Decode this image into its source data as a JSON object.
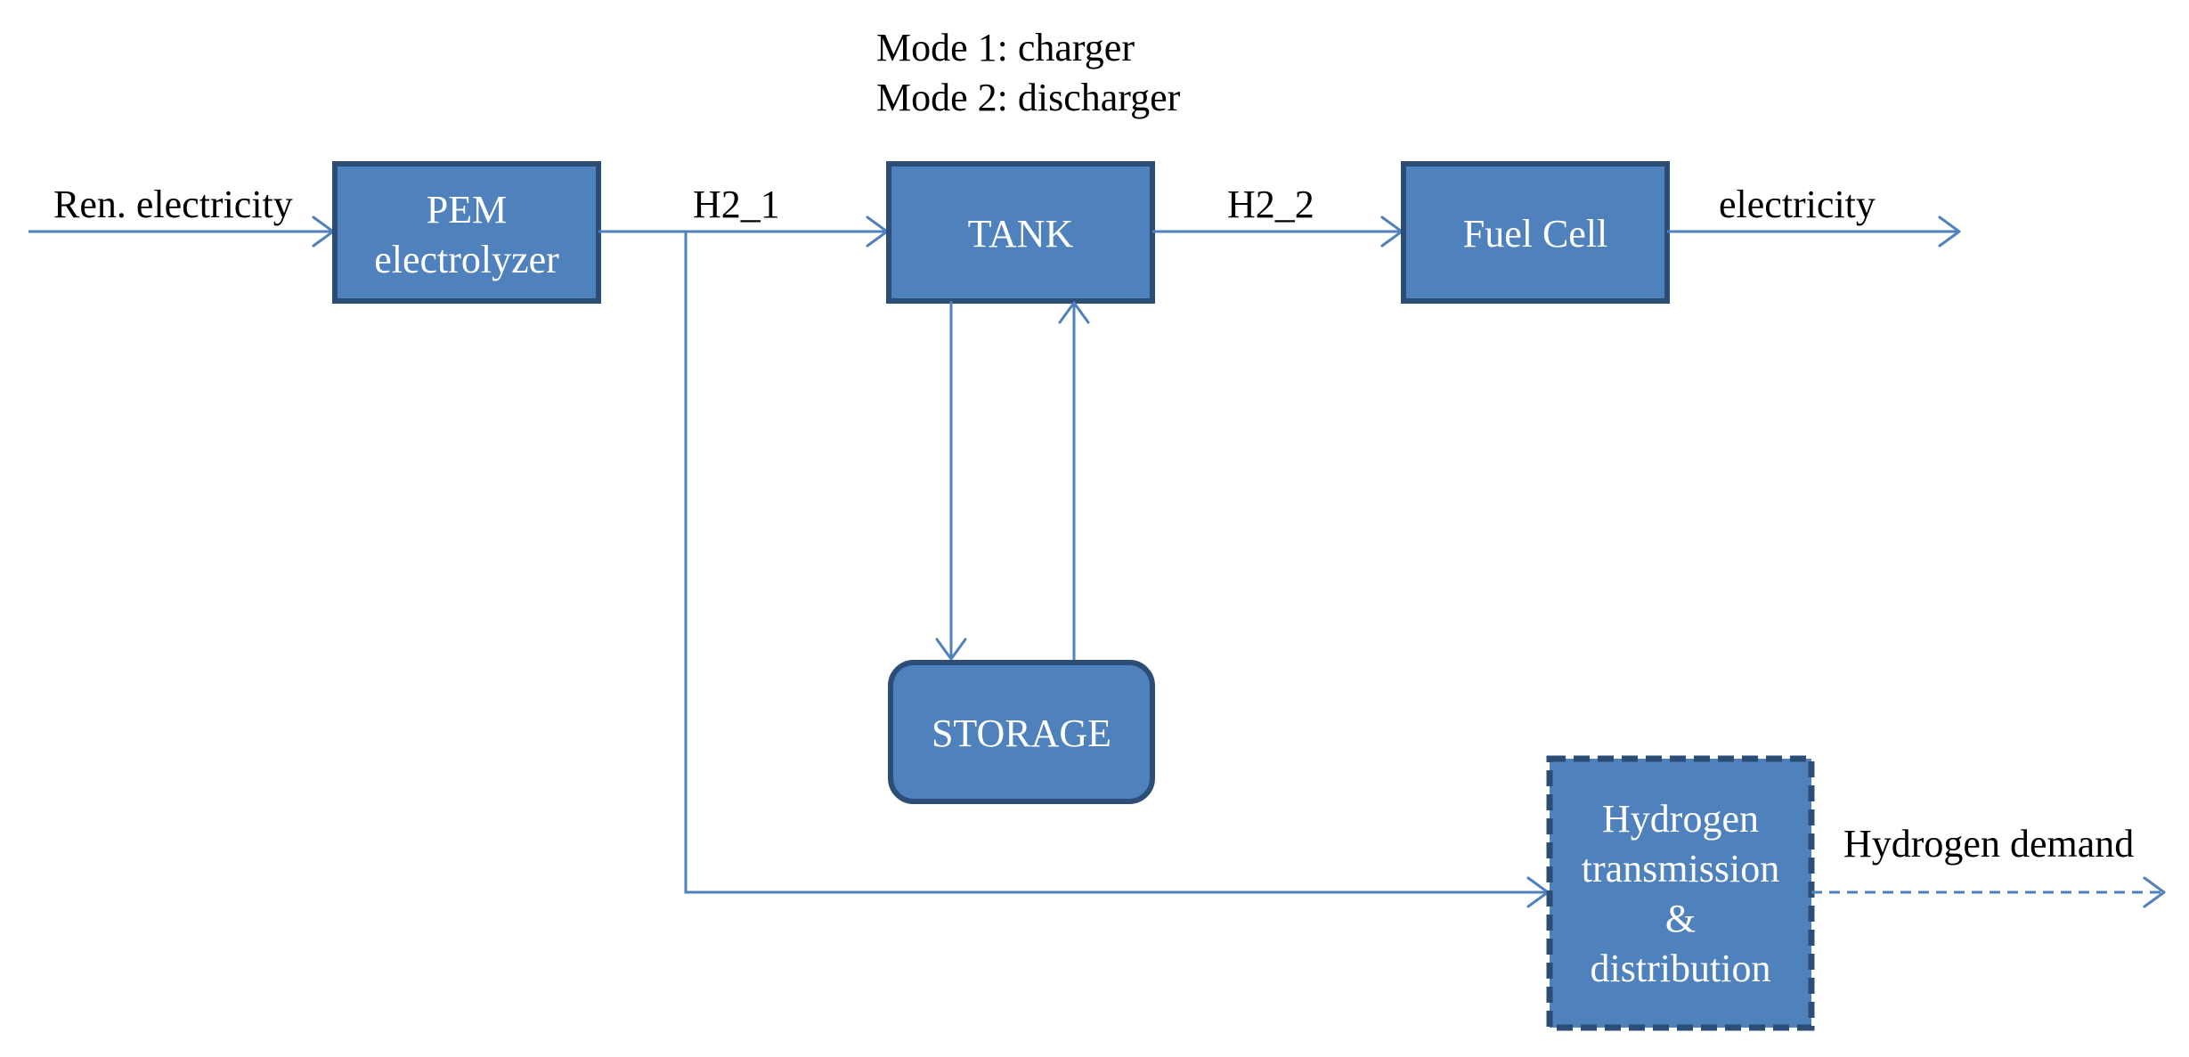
{
  "colors": {
    "box_fill": "#4f81bd",
    "box_border": "#2c4d75",
    "line": "#4f81bd",
    "box_text": "#ffffff",
    "label_text": "#000000"
  },
  "modes": {
    "line1": "Mode 1: charger",
    "line2": "Mode 2: discharger"
  },
  "boxes": {
    "pem": {
      "line1": "PEM",
      "line2": "electrolyzer"
    },
    "tank": {
      "label": "TANK"
    },
    "fuel_cell": {
      "label": "Fuel Cell"
    },
    "storage": {
      "label": "STORAGE"
    },
    "hydrogen": {
      "line1": "Hydrogen",
      "line2": "transmission",
      "line3": "&",
      "line4": "distribution"
    }
  },
  "flows": {
    "input": "Ren. electricity",
    "h2_1": "H2_1",
    "h2_2": "H2_2",
    "output": "electricity",
    "demand": "Hydrogen demand"
  }
}
